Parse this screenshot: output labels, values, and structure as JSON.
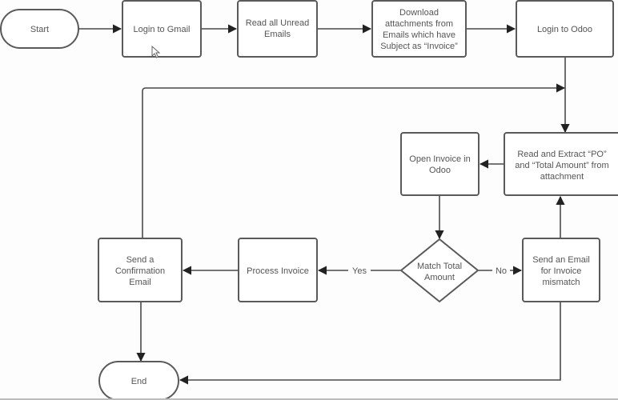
{
  "diagram": {
    "type": "flowchart",
    "title": "Invoice processing flow (Gmail to Odoo)",
    "nodes": [
      {
        "id": "start",
        "shape": "terminator",
        "lines": [
          "Start"
        ]
      },
      {
        "id": "login-gmail",
        "shape": "process",
        "lines": [
          "Login to Gmail"
        ]
      },
      {
        "id": "read-unread",
        "shape": "process",
        "lines": [
          "Read all Unread",
          "Emails"
        ]
      },
      {
        "id": "download-attachments",
        "shape": "process",
        "lines": [
          "Download",
          "attachments from",
          "Emails which have",
          "Subject as “Invoice”"
        ]
      },
      {
        "id": "login-odoo",
        "shape": "process",
        "lines": [
          "Login to Odoo"
        ]
      },
      {
        "id": "read-extract",
        "shape": "process",
        "lines": [
          "Read and Extract “PO”",
          "and “Total Amount” from",
          "attachment"
        ]
      },
      {
        "id": "open-invoice",
        "shape": "process",
        "lines": [
          "Open Invoice in",
          "Odoo"
        ]
      },
      {
        "id": "match-total",
        "shape": "decision",
        "lines": [
          "Match Total",
          "Amount"
        ]
      },
      {
        "id": "process-invoice",
        "shape": "process",
        "lines": [
          "Process Invoice"
        ]
      },
      {
        "id": "send-mismatch",
        "shape": "process",
        "lines": [
          "Send an Email",
          "for Invoice",
          "mismatch"
        ]
      },
      {
        "id": "send-confirmation",
        "shape": "process",
        "lines": [
          "Send a",
          "Confirmation",
          "Email"
        ]
      },
      {
        "id": "end",
        "shape": "terminator",
        "lines": [
          "End"
        ]
      }
    ],
    "edges": [
      {
        "from": "start",
        "to": "login-gmail",
        "label": ""
      },
      {
        "from": "login-gmail",
        "to": "read-unread",
        "label": ""
      },
      {
        "from": "read-unread",
        "to": "download-attachments",
        "label": ""
      },
      {
        "from": "download-attachments",
        "to": "login-odoo",
        "label": ""
      },
      {
        "from": "login-odoo",
        "to": "read-extract",
        "label": ""
      },
      {
        "from": "read-extract",
        "to": "open-invoice",
        "label": ""
      },
      {
        "from": "open-invoice",
        "to": "match-total",
        "label": ""
      },
      {
        "from": "match-total",
        "to": "process-invoice",
        "label": "Yes"
      },
      {
        "from": "match-total",
        "to": "send-mismatch",
        "label": "No"
      },
      {
        "from": "send-mismatch",
        "to": "read-extract",
        "label": ""
      },
      {
        "from": "process-invoice",
        "to": "send-confirmation",
        "label": ""
      },
      {
        "from": "send-confirmation",
        "to": "read-extract-loop",
        "label": ""
      },
      {
        "from": "send-confirmation",
        "to": "end",
        "label": ""
      },
      {
        "from": "send-mismatch",
        "to": "end",
        "label": ""
      }
    ]
  },
  "colors": {
    "stroke": "#5a5a5a",
    "text": "#555555",
    "background": "#fdfdfd"
  }
}
